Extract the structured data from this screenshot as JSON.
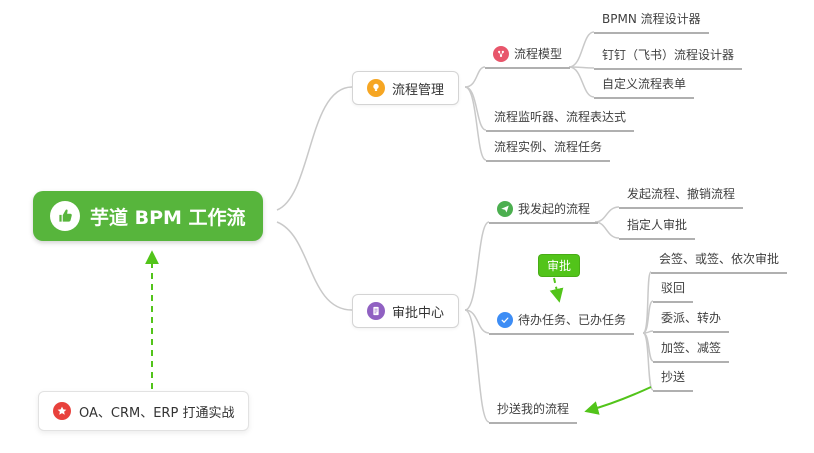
{
  "root": {
    "label": "芋道 BPM 工作流"
  },
  "note": {
    "label": "OA、CRM、ERP 打通实战"
  },
  "tag": {
    "label": "审批"
  },
  "nodes": {
    "process_mgmt": "流程管理",
    "process_model": "流程模型",
    "bpmn_designer": "BPMN 流程设计器",
    "dingtalk_designer": "钉钉（飞书）流程设计器",
    "custom_form": "自定义流程表单",
    "listener_expression": "流程监听器、流程表达式",
    "instance_task": "流程实例、流程任务",
    "approval_center": "审批中心",
    "my_started": "我发起的流程",
    "start_cancel": "发起流程、撤销流程",
    "assignee": "指定人审批",
    "todo_done": "待办任务、已办任务",
    "countersign": "会签、或签、依次审批",
    "reject": "驳回",
    "delegate_transfer": "委派、转办",
    "add_reduce_sign": "加签、减签",
    "cc": "抄送",
    "cc_me": "抄送我的流程"
  },
  "icons": {
    "root": "thumbs-up-icon",
    "process_mgmt": "lightbulb-icon",
    "approval_center": "document-icon",
    "process_model": "nodes-icon",
    "my_started": "paper-plane-icon",
    "todo_done": "check-icon",
    "note": "star-icon"
  },
  "colors": {
    "root_bg": "#57b53c",
    "arrow_green": "#52c41a",
    "line_gray": "#c9c9c9",
    "icon_orange": "#f6a623",
    "icon_purple": "#9061c2",
    "icon_pink": "#e8566b",
    "icon_green": "#4caf50",
    "icon_blue": "#3d8df5",
    "icon_red": "#e8413c"
  }
}
